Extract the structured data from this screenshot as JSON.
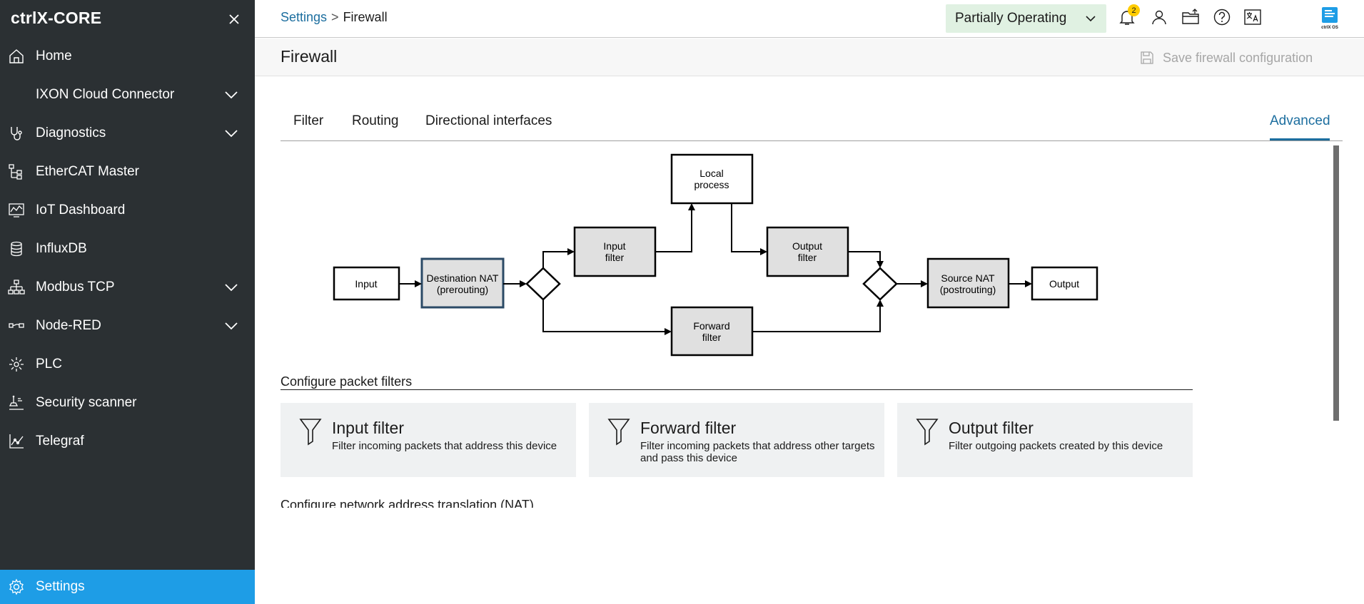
{
  "app": {
    "brand": "ctrlX-CORE"
  },
  "sidebar": {
    "items": [
      {
        "label": "Home",
        "icon": "home-icon",
        "expandable": false
      },
      {
        "label": "IXON Cloud Connector",
        "icon": "",
        "expandable": true
      },
      {
        "label": "Diagnostics",
        "icon": "stethoscope-icon",
        "expandable": true
      },
      {
        "label": "EtherCAT Master",
        "icon": "network-tree-icon",
        "expandable": false
      },
      {
        "label": "IoT Dashboard",
        "icon": "dashboard-icon",
        "expandable": false
      },
      {
        "label": "InfluxDB",
        "icon": "database-icon",
        "expandable": false
      },
      {
        "label": "Modbus TCP",
        "icon": "network-tree-icon",
        "expandable": true
      },
      {
        "label": "Node-RED",
        "icon": "node-red-icon",
        "expandable": true
      },
      {
        "label": "PLC",
        "icon": "plc-icon",
        "expandable": false
      },
      {
        "label": "Security scanner",
        "icon": "security-scanner-icon",
        "expandable": false
      },
      {
        "label": "Telegraf",
        "icon": "chart-line-icon",
        "expandable": false
      }
    ],
    "settings": {
      "label": "Settings",
      "icon": "gear-icon",
      "active": true
    }
  },
  "topbar": {
    "breadcrumb": {
      "parent": "Settings",
      "separator": ">",
      "current": "Firewall"
    },
    "status": "Partially Operating",
    "notification_count": "2",
    "logo_text": "ctrlX OS"
  },
  "page": {
    "title": "Firewall",
    "save_label": "Save firewall configuration"
  },
  "tabs": [
    {
      "label": "Filter",
      "active": false
    },
    {
      "label": "Routing",
      "active": false
    },
    {
      "label": "Directional interfaces",
      "active": false
    },
    {
      "label": "Advanced",
      "active": true
    }
  ],
  "diagram": {
    "input": "Input",
    "dnat": [
      "Destination NAT",
      "(prerouting)"
    ],
    "input_filter": [
      "Input",
      "filter"
    ],
    "local_process": [
      "Local",
      "process"
    ],
    "output_filter": [
      "Output",
      "filter"
    ],
    "forward_filter": [
      "Forward",
      "filter"
    ],
    "snat": [
      "Source NAT",
      "(postrouting)"
    ],
    "output": "Output"
  },
  "packet_filters": {
    "title": "Configure packet filters",
    "cards": [
      {
        "title": "Input filter",
        "desc": "Filter incoming packets that address this device"
      },
      {
        "title": "Forward filter",
        "desc": "Filter incoming packets that address other targets and pass this device"
      },
      {
        "title": "Output filter",
        "desc": "Filter outgoing packets created by this device"
      }
    ]
  },
  "nat_section": {
    "title": "Configure network address translation (NAT)"
  },
  "colors": {
    "sidebar_bg": "#2b3033",
    "active_nav": "#1e9de6",
    "link": "#1c6e9f",
    "status_bg": "#e0f1e2",
    "badge": "#ffcc00",
    "card_bg": "#eff1f2",
    "node_fill": "#e0e0e0"
  }
}
